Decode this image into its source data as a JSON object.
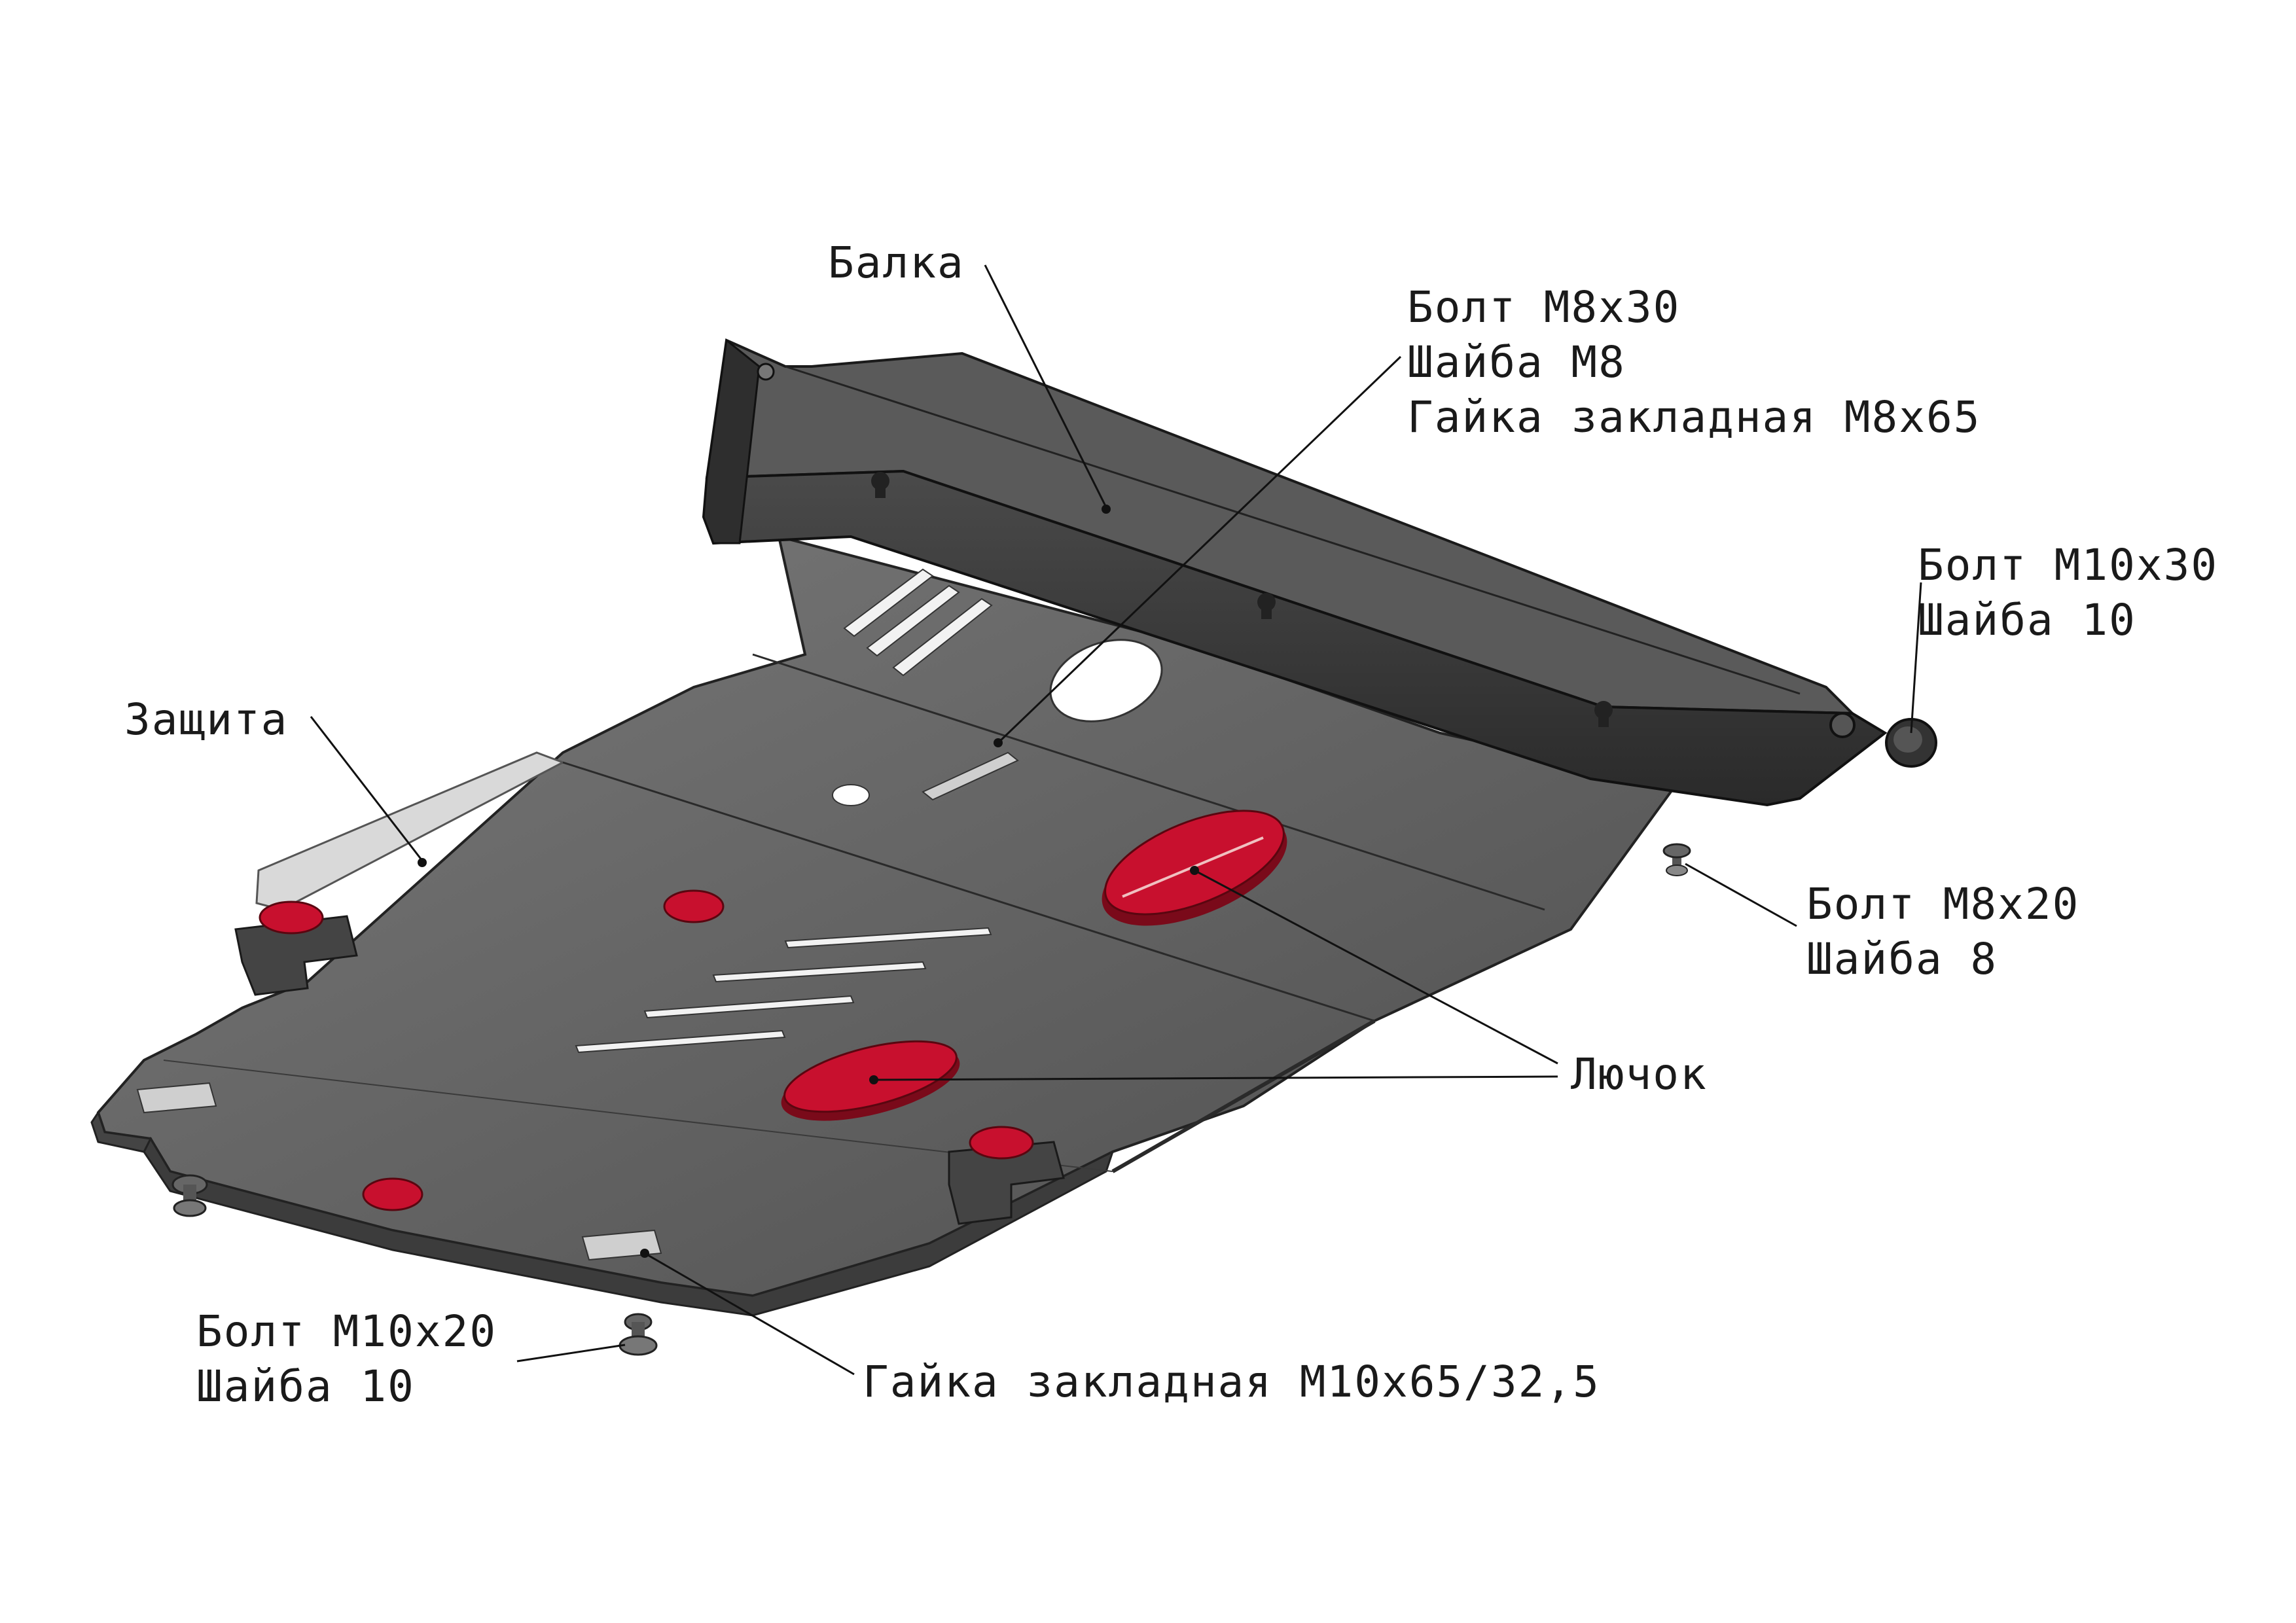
{
  "labels": {
    "balka": "Балка",
    "bolt_m8x30": "Болт М8х30",
    "washer_m8": "Шайба М8",
    "nut_m8x65": "Гайка закладная М8х65",
    "bolt_m10x30": "Болт М10х30",
    "washer_10_right": "Шайба 10",
    "zashchita": "Защита",
    "bolt_m8x20": "Болт М8х20",
    "washer_8": "Шайба 8",
    "lyuchok": "Лючок",
    "bolt_m10x20": "Болт М10х20",
    "washer_10_left": "Шайба 10",
    "nut_m10": "Гайка закладная М10х65/32,5"
  },
  "colors": {
    "plate": "#5a5a5a",
    "plate_light": "#6e6e6e",
    "beam": "#3a3a3a",
    "hatch": "#c8102e",
    "hatch_dark": "#7a0a1a",
    "slot": "#f2f2f2",
    "leader": "#111111",
    "text": "#1a1a1a"
  }
}
